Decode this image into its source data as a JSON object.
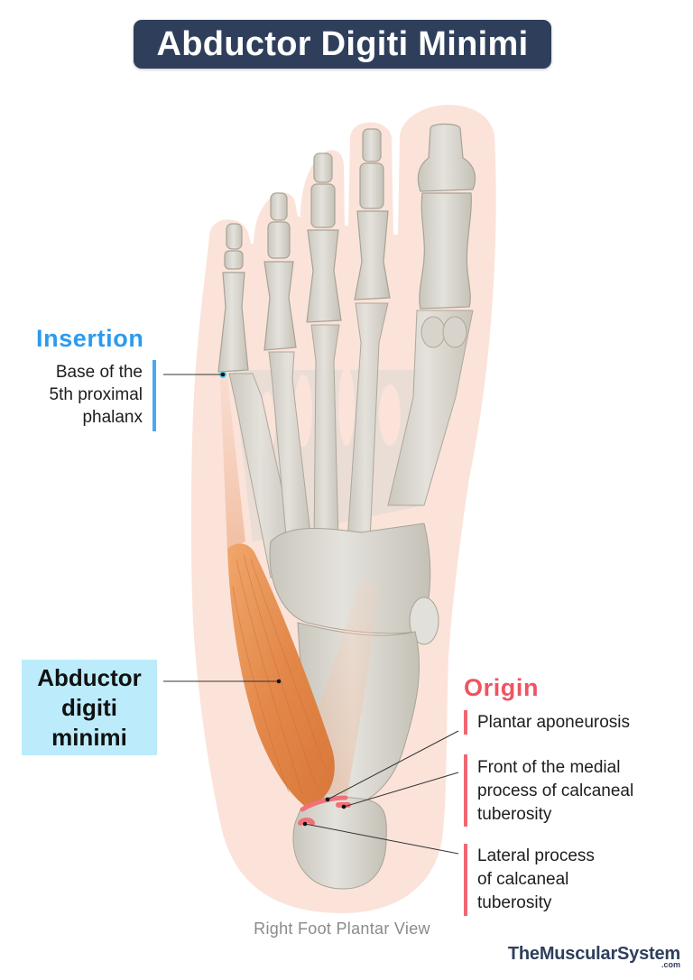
{
  "title": "Abductor Digiti Minimi",
  "view_caption": "Right Foot Plantar View",
  "brand": {
    "name": "TheMuscularSystem",
    "suffix": ".com"
  },
  "insertion": {
    "heading": "Insertion",
    "lines": [
      "Base of the",
      "5th proximal",
      "phalanx"
    ],
    "color": "#2b9bf0"
  },
  "muscle_label": {
    "lines": [
      "Abductor",
      "digiti",
      "minimi"
    ],
    "box_color": "#bcecfb",
    "muscle_color": "#e88c4e"
  },
  "origin": {
    "heading": "Origin",
    "color": "#ef5461",
    "items": [
      {
        "lines": [
          "Plantar aponeurosis"
        ]
      },
      {
        "lines": [
          "Front of the medial",
          "process of calcaneal",
          "tuberosity"
        ]
      },
      {
        "lines": [
          "Lateral process",
          "of calcaneal",
          "tuberosity"
        ]
      }
    ]
  },
  "colors": {
    "title_bg": "#2f3f5b",
    "skin_outline": "#fbe3da",
    "bone": "#d9d7d0",
    "bone_edge": "#a7a396"
  }
}
